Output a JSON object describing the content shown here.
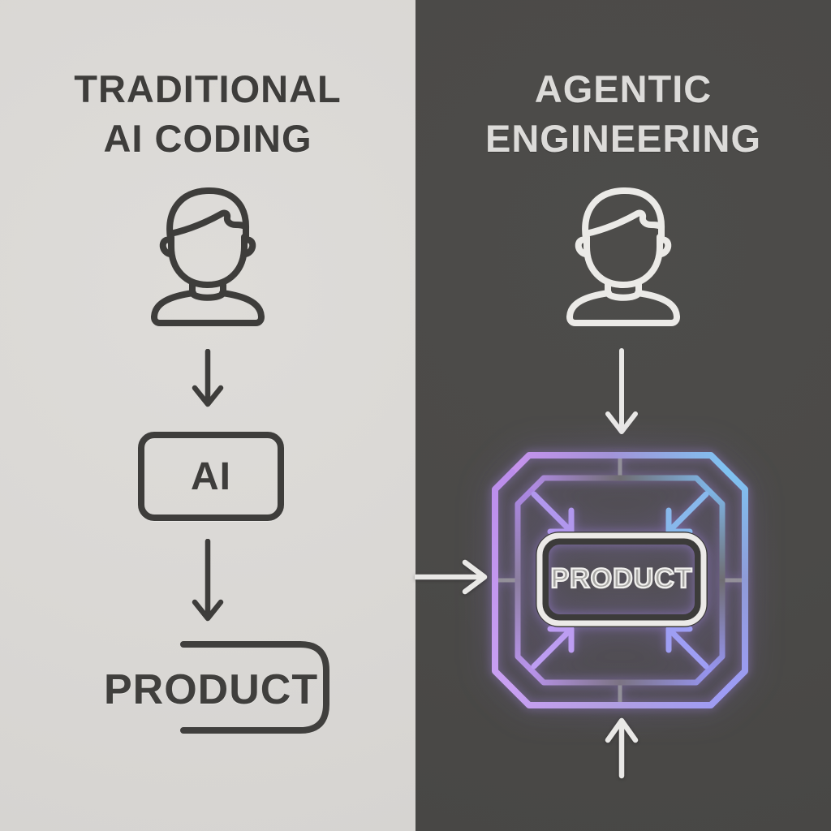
{
  "left_panel": {
    "title_line1": "TRADITIONAL",
    "title_line2": "AI CODING",
    "ai_box_label": "AI",
    "product_label": "PRODUCT",
    "background_color": "#dad8d5",
    "ink_color": "#3e3d3b",
    "flow": [
      "user",
      "arrow-down",
      "AI",
      "arrow-down",
      "PRODUCT"
    ]
  },
  "right_panel": {
    "title_line1": "AGENTIC",
    "title_line2": "ENGINEERING",
    "product_label": "PRODUCT",
    "background_color": "#4b4a48",
    "ink_color": "#ebeae7",
    "accent_purple": "#c79ff2",
    "accent_blue": "#7fc2f0",
    "accent_periwinkle": "#9d9cf4",
    "flow": [
      "user",
      "arrow-down",
      "gradient-octagon-frame with 4 inward corner arrows around PRODUCT",
      "arrow-in-from-left",
      "arrow-in-from-bottom"
    ]
  },
  "icons": {
    "left_user": "user-icon",
    "right_user": "user-icon",
    "corner_arrows": [
      "arrow-inward-top-left",
      "arrow-inward-top-right",
      "arrow-inward-bottom-left",
      "arrow-inward-bottom-right"
    ]
  }
}
